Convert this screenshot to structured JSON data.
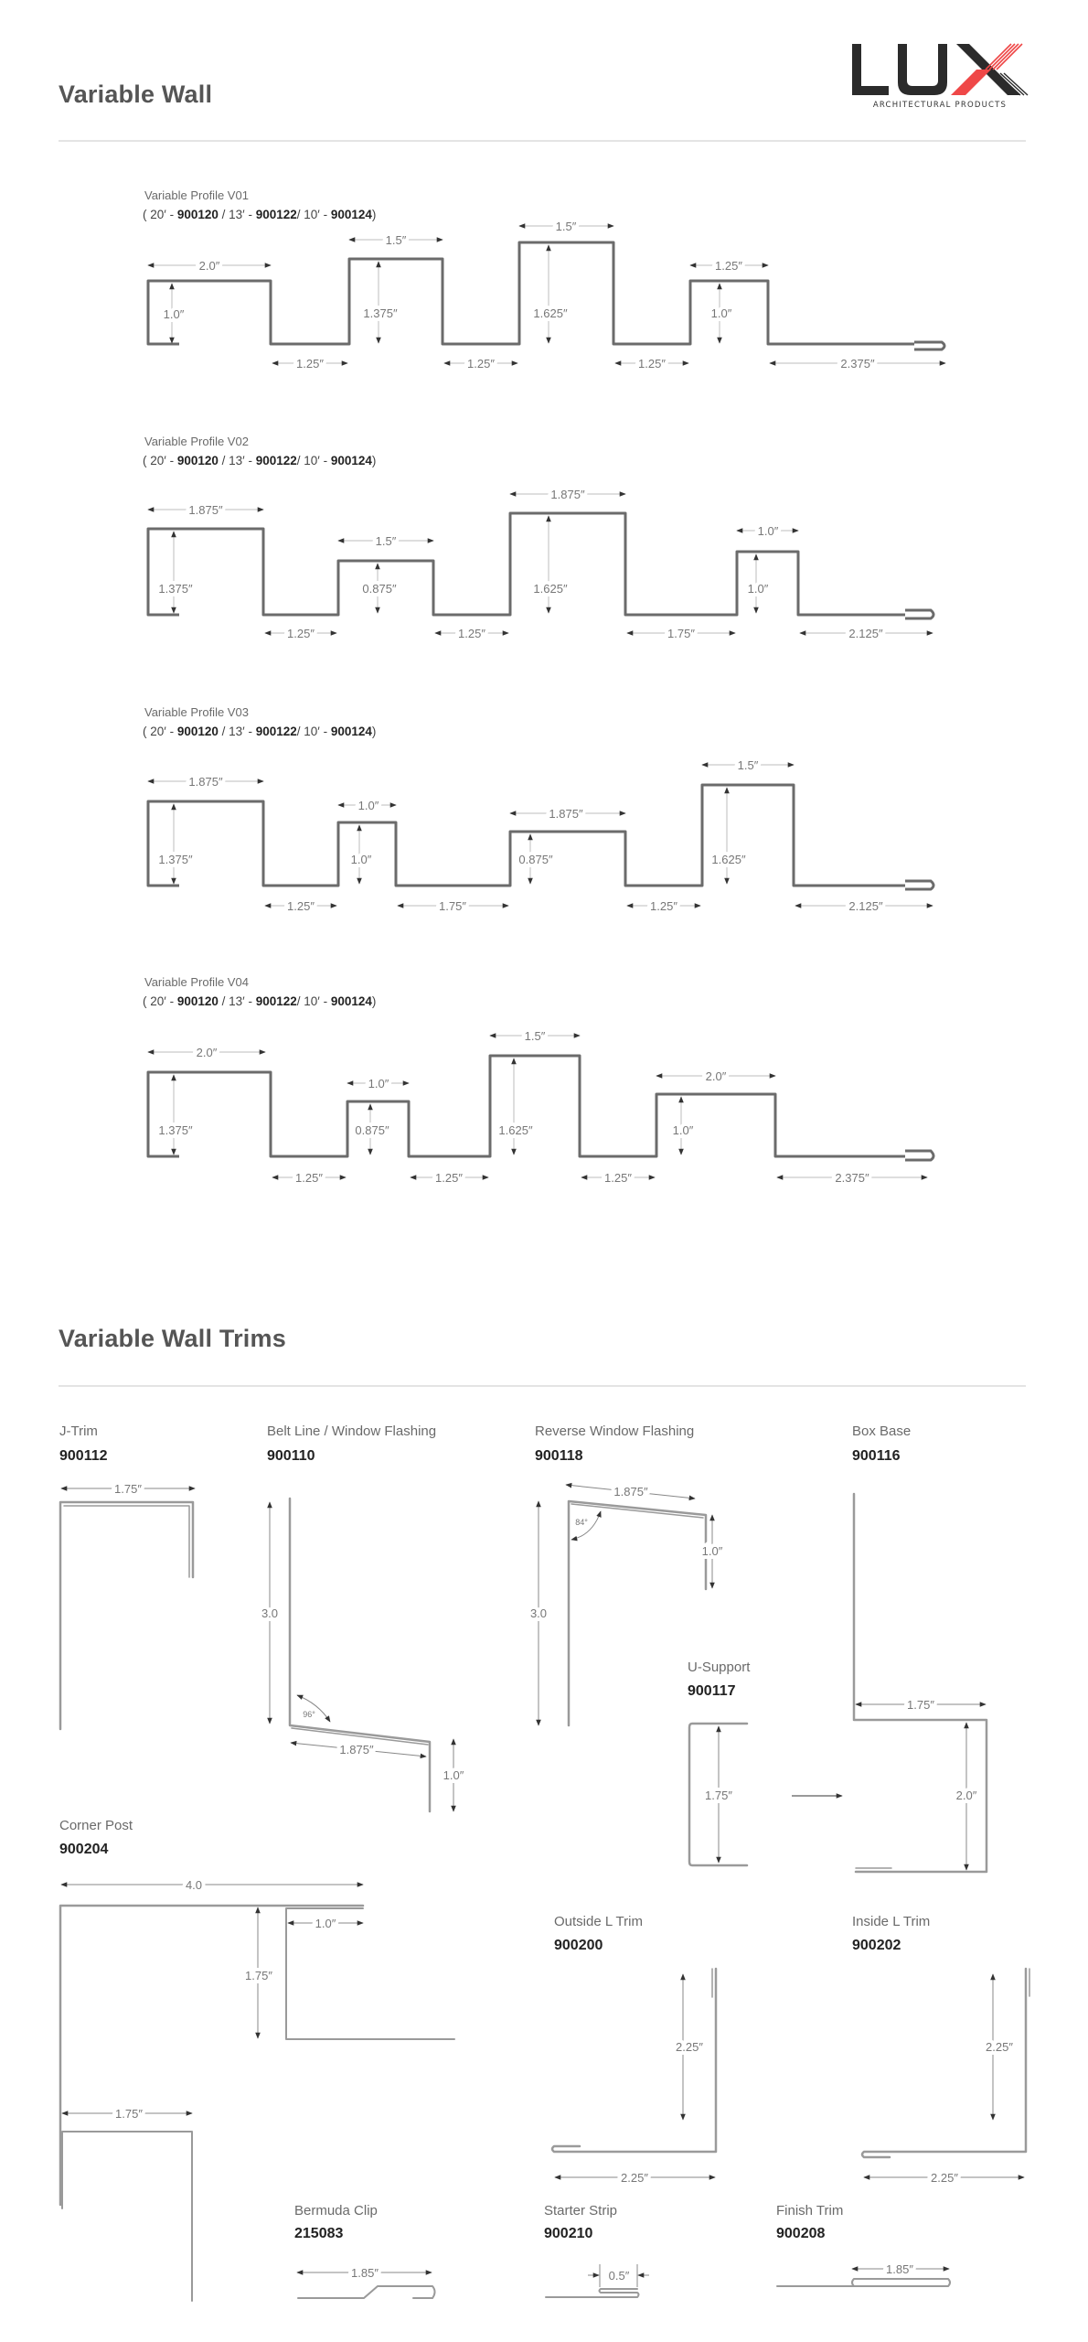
{
  "header": {
    "title": "Variable Wall",
    "logo": {
      "wordmark": "LUX",
      "tagline": "ARCHITECTURAL PRODUCTS",
      "accent_color": "#ef4848",
      "dark_color": "#2b2b2b"
    }
  },
  "profiles": [
    {
      "name": "Variable Profile V01",
      "codes": {
        "len1": "20′",
        "code1": "900120",
        "len2": "13′",
        "code2": "900122",
        "len3": "10′",
        "code3": "900124"
      },
      "top_widths": [
        "2.0″",
        "1.5″",
        "1.5″",
        "1.25″"
      ],
      "heights": [
        "1.0″",
        "1.375″",
        "1.625″",
        "1.0″"
      ],
      "bottom_widths": [
        "1.25″",
        "1.25″",
        "1.25″",
        "2.375″"
      ]
    },
    {
      "name": "Variable Profile V02",
      "codes": {
        "len1": "20′",
        "code1": "900120",
        "len2": "13′",
        "code2": "900122",
        "len3": "10′",
        "code3": "900124"
      },
      "top_widths": [
        "1.875″",
        "1.5″",
        "1.875″",
        "1.0″"
      ],
      "heights": [
        "1.375″",
        "0.875″",
        "1.625″",
        "1.0″"
      ],
      "bottom_widths": [
        "1.25″",
        "1.25″",
        "1.75″",
        "2.125″"
      ]
    },
    {
      "name": "Variable Profile V03",
      "codes": {
        "len1": "20′",
        "code1": "900120",
        "len2": "13′",
        "code2": "900122",
        "len3": "10′",
        "code3": "900124"
      },
      "top_widths": [
        "1.875″",
        "1.0″",
        "1.875″",
        "1.5″"
      ],
      "heights": [
        "1.375″",
        "1.0″",
        "0.875″",
        "1.625″"
      ],
      "bottom_widths": [
        "1.25″",
        "1.75″",
        "1.25″",
        "2.125″"
      ]
    },
    {
      "name": "Variable Profile V04",
      "codes": {
        "len1": "20′",
        "code1": "900120",
        "len2": "13′",
        "code2": "900122",
        "len3": "10′",
        "code3": "900124"
      },
      "top_widths": [
        "2.0″",
        "1.0″",
        "1.5″",
        "2.0″"
      ],
      "heights": [
        "1.375″",
        "0.875″",
        "1.625″",
        "1.0″"
      ],
      "bottom_widths": [
        "1.25″",
        "1.25″",
        "1.25″",
        "2.375″"
      ]
    }
  ],
  "trims_section": {
    "title": "Variable Wall Trims",
    "trims": {
      "j_trim": {
        "name": "J-Trim",
        "code": "900112",
        "dims": [
          "1.75″"
        ]
      },
      "belt_line": {
        "name": "Belt Line / Window Flashing",
        "code": "900110",
        "dims": [
          "3.0",
          "96°",
          "1.875″",
          "1.0″"
        ]
      },
      "reverse_window": {
        "name": "Reverse Window Flashing",
        "code": "900118",
        "dims": [
          "1.875″",
          "84°",
          "1.0″",
          "3.0"
        ]
      },
      "box_base": {
        "name": "Box Base",
        "code": "900116",
        "dims": [
          "1.75″",
          "2.0″"
        ]
      },
      "u_support": {
        "name": "U-Support",
        "code": "900117",
        "dims": [
          "1.75″"
        ]
      },
      "corner_post": {
        "name": "Corner Post",
        "code": "900204",
        "dims": [
          "4.0",
          "1.0″",
          "1.75″",
          "1.75″"
        ]
      },
      "outside_l": {
        "name": "Outside L Trim",
        "code": "900200",
        "dims": [
          "2.25″",
          "2.25″"
        ]
      },
      "inside_l": {
        "name": "Inside L Trim",
        "code": "900202",
        "dims": [
          "2.25″",
          "2.25″"
        ]
      },
      "bermuda_clip": {
        "name": "Bermuda Clip",
        "code": "215083",
        "dims": [
          "1.85″"
        ]
      },
      "starter_strip": {
        "name": "Starter Strip",
        "code": "900210",
        "dims": [
          "0.5″"
        ]
      },
      "finish_trim": {
        "name": "Finish Trim",
        "code": "900208",
        "dims": [
          "1.85″"
        ]
      }
    }
  },
  "colors": {
    "profile_stroke": "#6b6b6b",
    "trim_stroke": "#9a9a9a",
    "dimension_line": "#bdbdbd",
    "rule": "#e4e4e4"
  }
}
